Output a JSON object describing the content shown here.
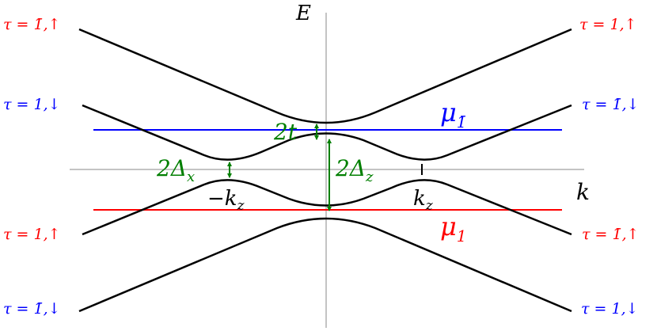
{
  "axes": {
    "y_label": "E",
    "x_label": "k"
  },
  "tick_labels": {
    "neg_kz": "−k",
    "neg_kz_sub": "z",
    "pos_kz": "k",
    "pos_kz_sub": "z"
  },
  "gap_labels": {
    "two_t": "2t",
    "two_delta_x": "2Δ",
    "two_delta_x_sub": "x",
    "two_delta_z": "2Δ",
    "two_delta_z_sub": "z"
  },
  "chemical_potentials": {
    "mu_bar1": {
      "symbol": "μ",
      "sub": "1̄",
      "color": "#0000ff"
    },
    "mu_1": {
      "symbol": "μ",
      "sub": "1",
      "color": "#ff0000"
    }
  },
  "band_labels": {
    "left": [
      {
        "text": "τ = 1̄,↑",
        "color": "#ff0000"
      },
      {
        "text": "τ = 1,↓",
        "color": "#0000ff"
      },
      {
        "text": "τ = 1,↑",
        "color": "#ff0000"
      },
      {
        "text": "τ = 1̄,↓",
        "color": "#0000ff"
      }
    ],
    "right": [
      {
        "text": "τ = 1,↑",
        "color": "#ff0000"
      },
      {
        "text": "τ = 1̄,↓",
        "color": "#0000ff"
      },
      {
        "text": "τ = 1̄,↑",
        "color": "#ff0000"
      },
      {
        "text": "τ = 1,↓",
        "color": "#0000ff"
      }
    ]
  },
  "colors": {
    "curve": "#000000",
    "axis": "#888888",
    "gap_arrows": "#007f00",
    "mu_bar1": "#0000ff",
    "mu_1": "#ff0000"
  }
}
